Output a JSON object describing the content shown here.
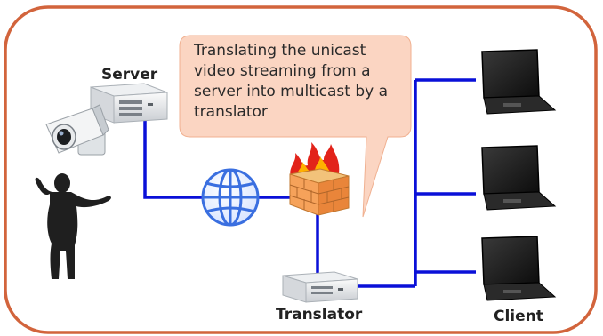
{
  "diagram": {
    "labels": {
      "server": "Server",
      "translator": "Translator",
      "client": "Client"
    },
    "callout": {
      "text": "Translating the unicast video streaming from a server into multicast by a translator"
    },
    "icons": {
      "server": "server-rack-icon",
      "camera": "video-camera-icon",
      "person": "presenter-silhouette-icon",
      "network": "globe-network-icon",
      "firewall": "firewall-icon",
      "translator": "translator-rack-icon",
      "clients": "laptop-icon"
    },
    "colors": {
      "frame_border": "#d2643c",
      "network_line": "#0a10d8",
      "callout_fill": "#fbd5c2",
      "globe": "#3a6fe0"
    }
  }
}
